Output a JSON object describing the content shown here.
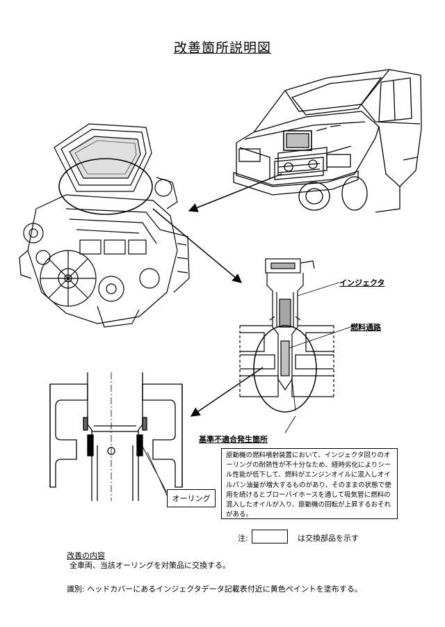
{
  "title": "改善箇所説明図",
  "labels": {
    "injector": "インジェクタ",
    "fuel_passage": "燃料通路",
    "nonconforming_location": "基準不適合発生箇所",
    "oring": "オーリング"
  },
  "description": "原動機の燃料噴射装置において、インジェクタ回りのオーリングの耐熱性が不十分なため、経時劣化によりシール性能が低下して、燃料がエンジンオイルに混入しオイルパン油量が増大するものがあり、そのままの状態で使用を続けるとブローバイホースを通して吸気管に燃料の混入したオイルが入り、原動機の回転が上昇するおそれがある。",
  "legend": {
    "prefix": "注:",
    "text": "は交換部品を示す"
  },
  "improvement": {
    "heading": "改善の内容",
    "text": "全車両、当該オーリングを対策品に交換する。"
  },
  "identification": "識別: ヘッドカバーにあるインジェクタデータ記載表付近に黄色ペイントを塗布する。"
}
